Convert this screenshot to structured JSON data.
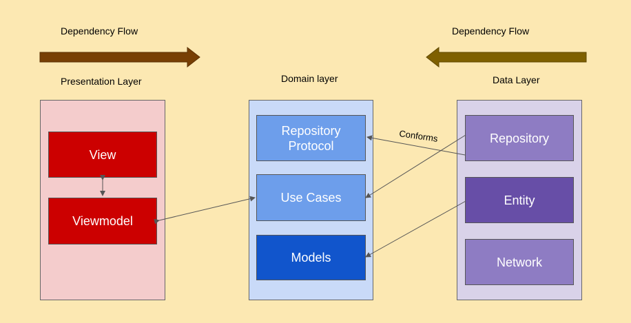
{
  "flows": {
    "left_label": "Dependency Flow",
    "right_label": "Dependency Flow",
    "left_arrow_color": "#783f04",
    "right_arrow_color": "#7f6000"
  },
  "layers": {
    "presentation": {
      "title": "Presentation Layer",
      "bg": "#f4cccc",
      "items": [
        {
          "label": "View",
          "color": "#cc0000"
        },
        {
          "label": "Viewmodel",
          "color": "#cc0000"
        }
      ]
    },
    "domain": {
      "title": "Domain layer",
      "bg": "#c9daf8",
      "items": [
        {
          "label": "Repository Protocol",
          "color": "#6d9eeb"
        },
        {
          "label": "Use Cases",
          "color": "#6d9eeb"
        },
        {
          "label": "Models",
          "color": "#1155cc"
        }
      ]
    },
    "data": {
      "title": "Data Layer",
      "bg": "#d9d2e9",
      "items": [
        {
          "label": "Repository",
          "color": "#8e7cc3"
        },
        {
          "label": "Entity",
          "color": "#674ea7"
        },
        {
          "label": "Network",
          "color": "#8e7cc3"
        }
      ]
    }
  },
  "connectors": {
    "conforms_label": "Conforms"
  }
}
